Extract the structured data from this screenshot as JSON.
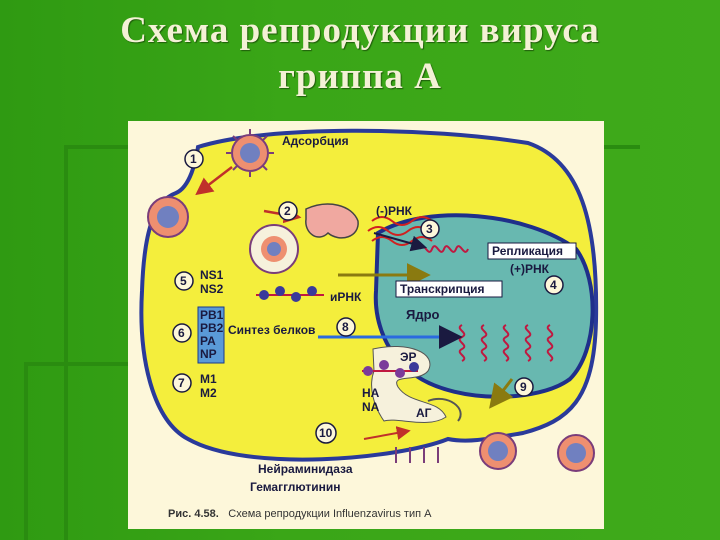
{
  "slide": {
    "title_line1": "Схема репродукции вируса",
    "title_line2": "гриппа А"
  },
  "figure": {
    "labels": {
      "adsorption": "Адсорбция",
      "minus_rna": "(-)РНК",
      "replication": "Репликация",
      "plus_rna": "(+)РНК",
      "transcription": "Транскрипция",
      "mrna": "иРНК",
      "nucleus": "Ядро",
      "protein_synthesis": "Синтез белков",
      "er": "ЭР",
      "golgi": "АГ",
      "ha": "НА",
      "na": "NA",
      "neuraminidase": "Нейраминидаза",
      "hemagglutinin": "Гемагглютинин"
    },
    "proteins_top": [
      "NS1",
      "NS2"
    ],
    "proteins_box": [
      "PB1",
      "PB2",
      "PA",
      "NP"
    ],
    "proteins_bottom": [
      "M1",
      "M2"
    ],
    "steps": [
      "1",
      "2",
      "3",
      "4",
      "5",
      "6",
      "7",
      "8",
      "9",
      "10"
    ],
    "caption_bold": "Рис. 4.58.",
    "caption_text": "Схема репродукции Influenzavirus тип А"
  }
}
